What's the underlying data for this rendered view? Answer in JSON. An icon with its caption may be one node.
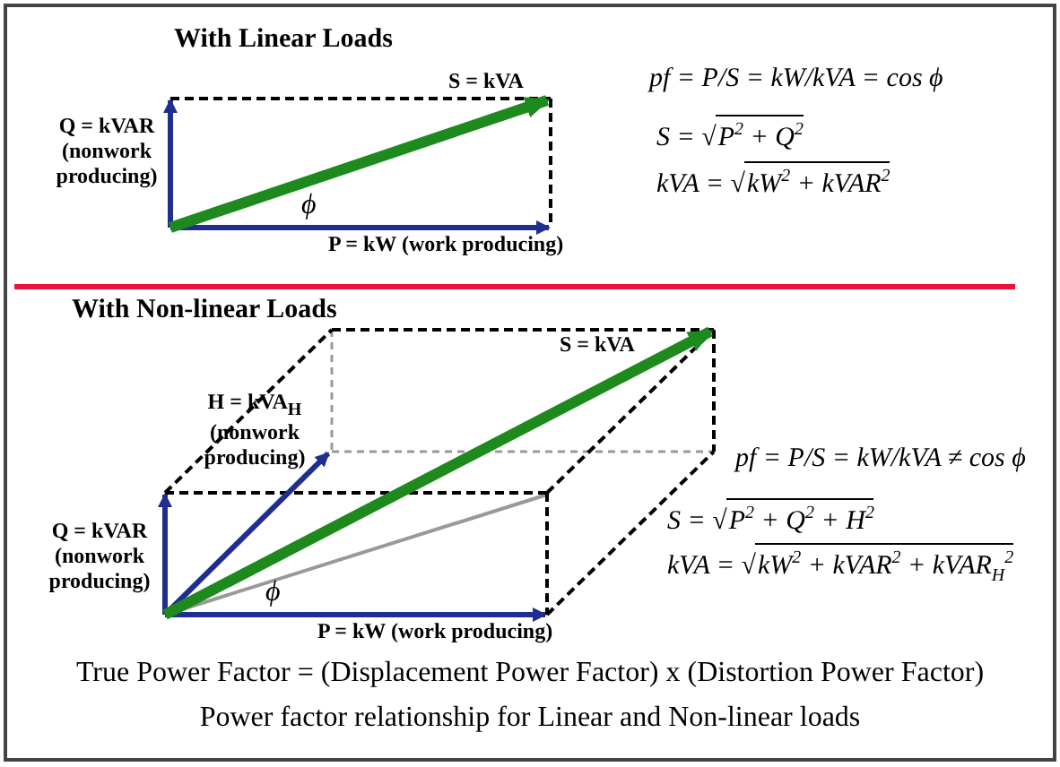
{
  "diagram": {
    "caption": "Power factor relationship for Linear and Non-linear loads",
    "labels": [
      "With Linear Loads",
      "S = kVA",
      "pf = P/S = kW/kVA = cos ϕ",
      "Q = kVAR (nonwork producing)",
      "S = √P$^{2}$ + Q$^{2}$",
      "kVA = √kW$^{2}$ + kVAR$^{2}$",
      "ϕ",
      "P = kW (work producing)",
      "With Non-linear Loads",
      "S = kVA",
      "H = kVA$_{H}$ (nonwork producing)",
      "pf = P/S = kW/kVA ≠ cos ϕ",
      "S = √P$^{2}$ + Q$^{2}$ + H$^{2}$",
      "kVA = √kW$^{2}$ + kVAR$^{2}$ + kVAR$_{H}$$^{2}$",
      "Q = kVAR (nonwork producing)",
      "ϕ",
      "P = kW (work producing)",
      "True Power Factor = (Displacement Power Factor) x (Distortion Power Factor)"
    ]
  }
}
